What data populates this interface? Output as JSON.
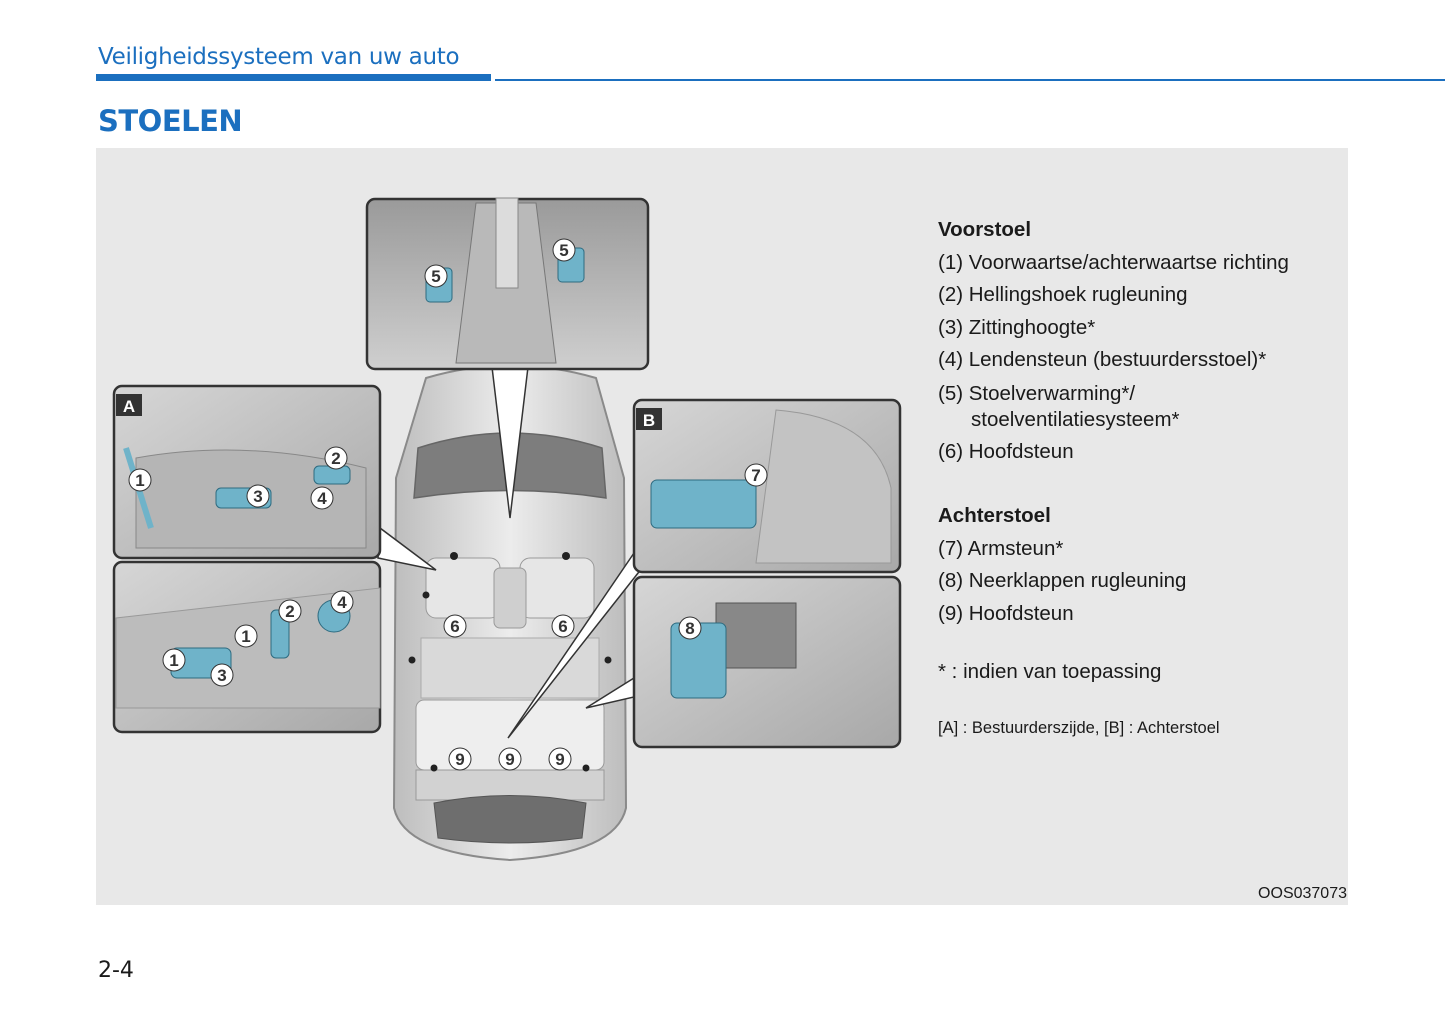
{
  "header": {
    "title": "Veiligheidssysteem van uw auto"
  },
  "section": {
    "title": "STOELEN"
  },
  "figure": {
    "inset_labels": {
      "a": "A",
      "b": "B"
    },
    "callouts": {
      "c1": "1",
      "c2": "2",
      "c3": "3",
      "c4": "4",
      "c5": "5",
      "c6": "6",
      "c7": "7",
      "c8": "8",
      "c9": "9"
    },
    "code": "OOS037073"
  },
  "legend": {
    "front_heading": "Voorstoel",
    "front_items": [
      "(1) Voorwaartse/achterwaartse richting",
      "(2) Hellingshoek rugleuning",
      "(3) Zittinghoogte*",
      "(4) Lendensteun (bestuurdersstoel)*",
      "(5) Stoelverwarming*/",
      "stoelventilatiesysteem*",
      "(6) Hoofdsteun"
    ],
    "rear_heading": "Achterstoel",
    "rear_items": [
      "(7) Armsteun*",
      "(8) Neerklappen rugleuning",
      "(9) Hoofdsteun"
    ],
    "footnote": "* : indien van toepassing",
    "caption": "[A] : Bestuurderszijde, [B] : Achterstoel"
  },
  "page": {
    "number": "2-4"
  },
  "colors": {
    "accent": "#1b6fbf",
    "highlight": "#6fb3c9",
    "panel": "#e8e8e8"
  }
}
